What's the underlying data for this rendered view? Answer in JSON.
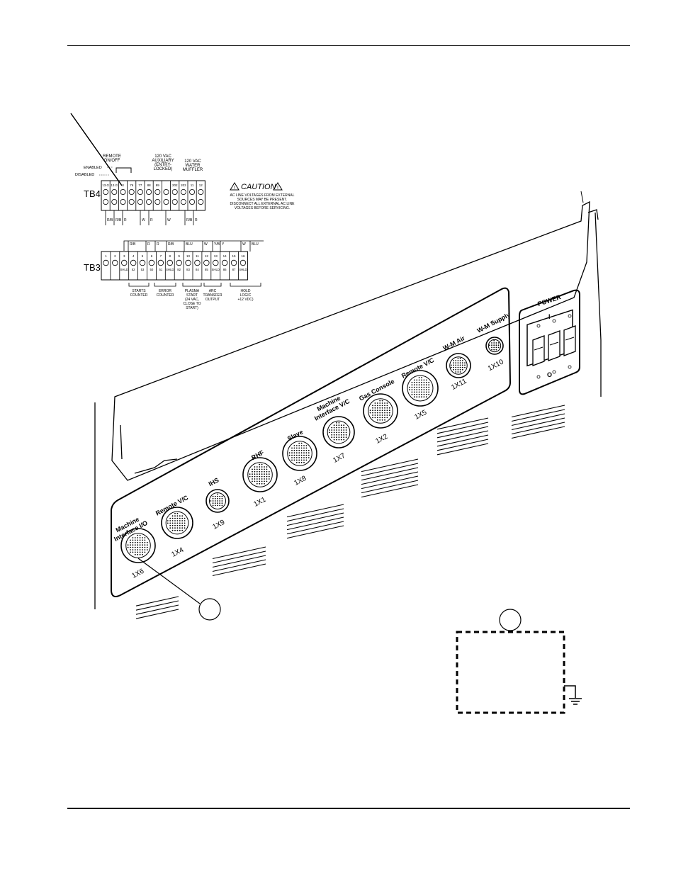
{
  "terminal_blocks": {
    "tb4": {
      "label": "TB4",
      "header_remote": "REMOTE\nON/OFF",
      "header_aux": "120 VAC\nAUXILIARY\n(ENTRY-\nLOCKED)",
      "header_water": "120 VAC\nWATER\nMUFFLER",
      "enabled": "ENABLED",
      "disabled": "DISABLED",
      "terminals": [
        "13.G",
        "13.G",
        "3",
        "76",
        "77",
        "88",
        "89",
        "",
        "202",
        "203",
        "11",
        "12"
      ],
      "wire_labels": [
        "R/B",
        "R/B",
        "R",
        "W",
        "R",
        "W",
        "R/B",
        "R"
      ]
    },
    "tb3": {
      "label": "TB3",
      "terminals": [
        "1",
        "2",
        "3",
        "4",
        "5",
        "6",
        "7",
        "8",
        "9",
        "10",
        "11",
        "12",
        "13",
        "14",
        "15",
        "16"
      ],
      "bottom_labels": [
        "",
        "",
        "SHLD",
        "52",
        "53",
        "50",
        "51",
        "SHLD",
        "82",
        "83",
        "84",
        "85",
        "SHLD",
        "86",
        "87",
        "SHLD"
      ],
      "wire_labels": [
        "R/B",
        "R",
        "R",
        "R/B",
        "BLU",
        "W",
        "Y/B",
        "Y",
        "W",
        "BLU"
      ],
      "group_labels": [
        "STARTS\nCOUNTER",
        "ERROR\nCOUNTER",
        "PLASMA\nSTART\n(24 VAC,\nCLOSE TO\nSTART)",
        "ARC\nTRANSFER\nOUTPUT",
        "HOLD\nLOGIC\n+12 VDC)"
      ]
    }
  },
  "caution": {
    "title": "CAUTION",
    "text": "AC LINE VOLTAGES FROM EXTERNAL\nSOURCES MAY BE PRESENT.\nDISCONNECT ALL EXTERNAL AC LINE\nVOLTAGES BEFORE SERVICING."
  },
  "connectors": [
    {
      "name": "Machine\nInterface I/O",
      "id": "1X6"
    },
    {
      "name": "Remote V/C",
      "id": "1X4"
    },
    {
      "name": "IHS",
      "id": "1X9"
    },
    {
      "name": "RHF",
      "id": "1X1"
    },
    {
      "name": "Slave",
      "id": "1X8"
    },
    {
      "name": "Machine\nInterface V/C",
      "id": "1X7"
    },
    {
      "name": "Gas Console",
      "id": "1X2"
    },
    {
      "name": "Remote V/C",
      "id": "1X5"
    },
    {
      "name": "W-M Air",
      "id": "1X11"
    },
    {
      "name": "W-M Supply",
      "id": "1X10"
    }
  ],
  "power_switch": {
    "label": "POWER",
    "on": "I",
    "off": "O"
  },
  "colors": {
    "ink": "#000000",
    "paper": "#ffffff"
  }
}
